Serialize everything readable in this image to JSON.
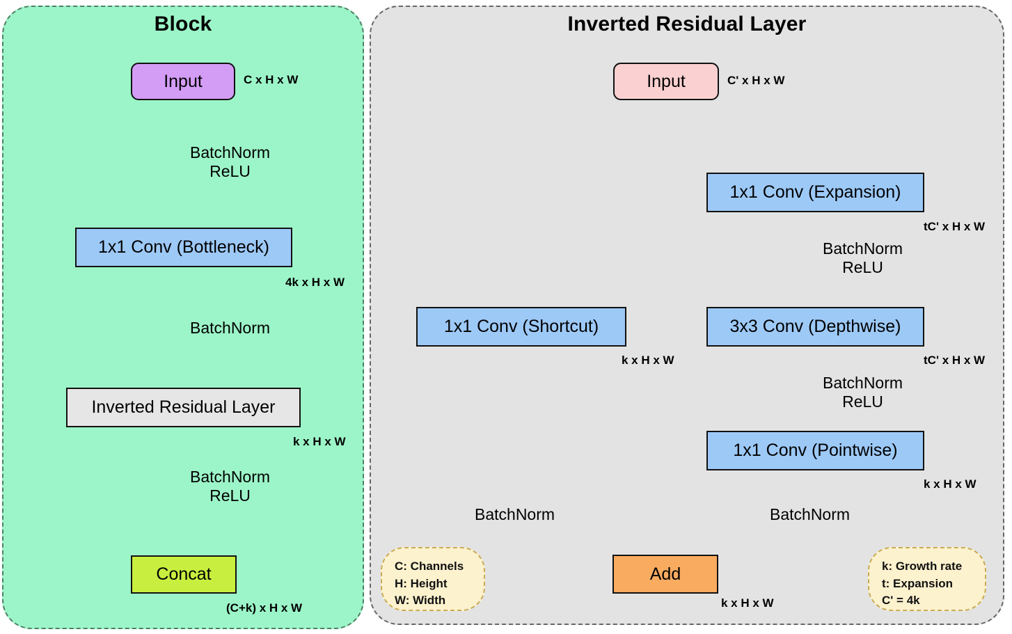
{
  "panels": {
    "block": {
      "title": "Block",
      "fill": "#9cf5c8",
      "nodes": {
        "input": {
          "label": "Input",
          "dim": "C x H x W",
          "fill": "#d39cf5"
        },
        "bottleneck": {
          "label": "1x1 Conv (Bottleneck)",
          "dim": "4k x H x W",
          "fill": "#9dc9f7"
        },
        "inverted_residual_layer": {
          "label": "Inverted Residual Layer",
          "dim": "k x H x W",
          "fill": "#e6e6e6"
        },
        "concat": {
          "label": "Concat",
          "dim": "(C+k) x H x W",
          "fill": "#c8ef3f"
        }
      },
      "edges": {
        "input_to_bottleneck": "BatchNorm\nReLU",
        "bottleneck_to_irl": "BatchNorm",
        "irl_to_concat": "BatchNorm\nReLU"
      }
    },
    "inverted_residual_layer": {
      "title": "Inverted Residual Layer",
      "fill": "#e3e3e3",
      "nodes": {
        "input": {
          "label": "Input",
          "dim": "C' x H x W",
          "fill": "#fbd0d0"
        },
        "expansion": {
          "label": "1x1 Conv (Expansion)",
          "dim": "tC' x H x W",
          "fill": "#9dc9f7"
        },
        "shortcut": {
          "label": "1x1 Conv (Shortcut)",
          "dim": "k x H x W",
          "fill": "#9dc9f7"
        },
        "depthwise": {
          "label": "3x3 Conv (Depthwise)",
          "dim": "tC' x H x W",
          "fill": "#9dc9f7"
        },
        "pointwise": {
          "label": "1x1 Conv (Pointwise)",
          "dim": "k x H x W",
          "fill": "#9dc9f7"
        },
        "add": {
          "label": "Add",
          "dim": "k x H x W",
          "fill": "#f9ab60"
        }
      },
      "edges": {
        "expansion_to_depthwise": "BatchNorm\nReLU",
        "depthwise_to_pointwise": "BatchNorm\nReLU",
        "shortcut_to_add": "BatchNorm",
        "pointwise_to_add": "BatchNorm"
      }
    }
  },
  "legends": {
    "left": "C: Channels\nH: Height\nW: Width",
    "right": "k: Growth rate\nt: Expansion\nC' = 4k"
  },
  "colors": {
    "conv_blue": "#9dc9f7",
    "input_purple": "#d39cf5",
    "input_pink": "#fbd0d0",
    "concat_green": "#c8ef3f",
    "add_orange": "#f9ab60",
    "panel_block_green": "#9cf5c8",
    "panel_irl_gray": "#e3e3e3",
    "legend_cream": "#fdf2ce",
    "stroke_black": "#111111"
  }
}
